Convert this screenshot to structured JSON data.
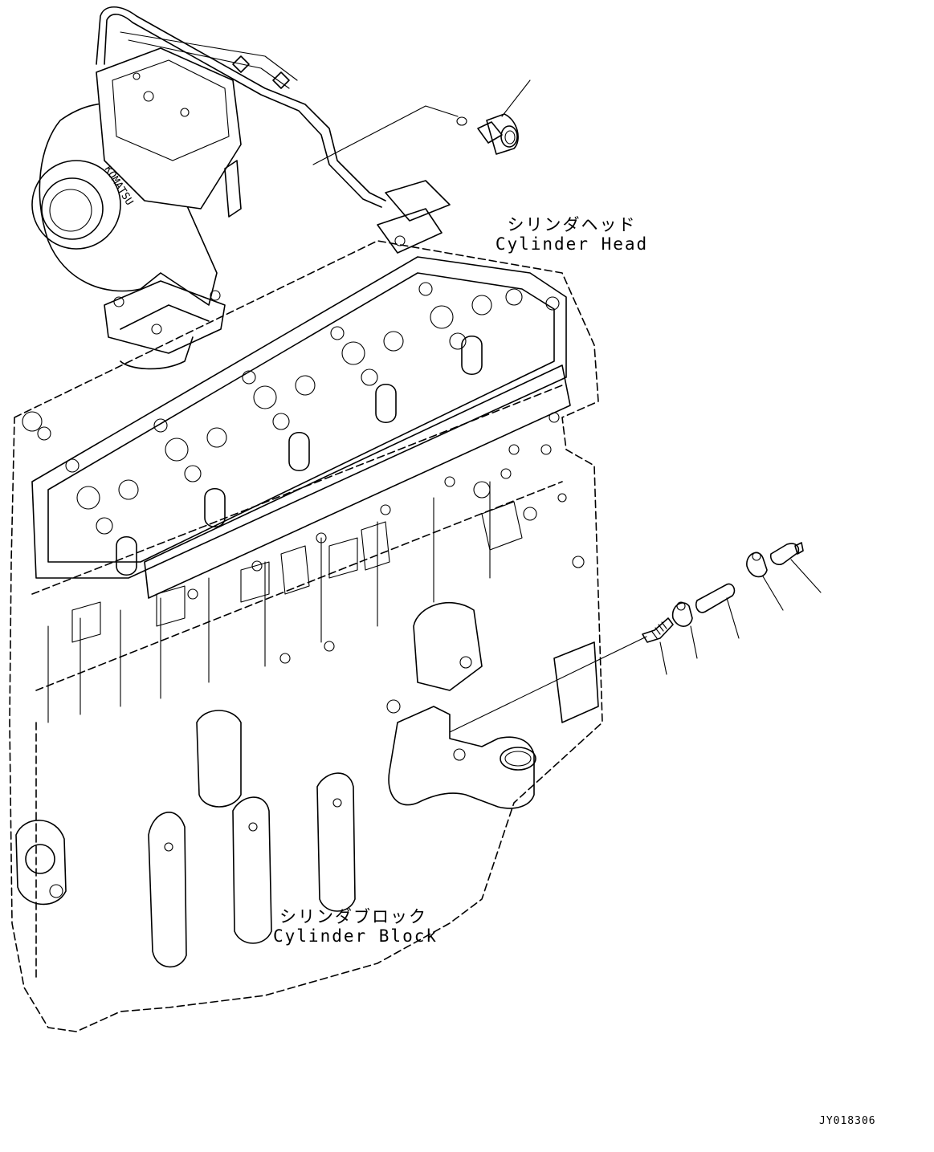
{
  "labels": {
    "cylinder_head_jp": "シリンダヘッド",
    "cylinder_head_en": "Cylinder Head",
    "cylinder_block_jp": "シリンダブロック",
    "cylinder_block_en": "Cylinder Block"
  },
  "turbo_marking": "KOMATSU",
  "drawing_code": "JY018306"
}
